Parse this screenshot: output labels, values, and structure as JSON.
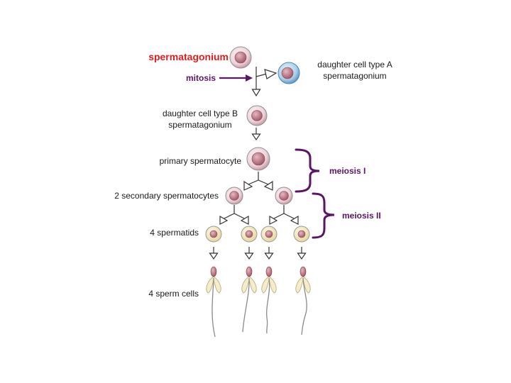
{
  "labels": {
    "spermatagonium": "spermatagonium",
    "mitosis": "mitosis",
    "daughter_a_line1": "daughter cell type A",
    "daughter_a_line2": "spermatagonium",
    "daughter_b_line1": "daughter cell type B",
    "daughter_b_line2": "spermatagonium",
    "primary": "primary spermatocyte",
    "secondary": "2 secondary spermatocytes",
    "spermatids": "4 spermatids",
    "sperm": "4 sperm cells",
    "meiosis1": "meiosis I",
    "meiosis2": "meiosis II"
  },
  "colors": {
    "title": "#e11d1d",
    "bracket": "#5c1466",
    "blue_cell": "#9cc7e2",
    "pink_cell": "#e4c4cb",
    "nucleus": "#b7727e",
    "spermatid_cell": "#f3eac6",
    "sperm_tail": "#8a8a8a"
  },
  "icons": {
    "stem_cell": "blue-cell-icon",
    "germ_cell": "pink-cell-icon",
    "spermatid": "spermatid-icon",
    "sperm": "sperm-cell-icon",
    "arrow": "hollow-arrow-icon",
    "bracket": "brace-icon"
  }
}
